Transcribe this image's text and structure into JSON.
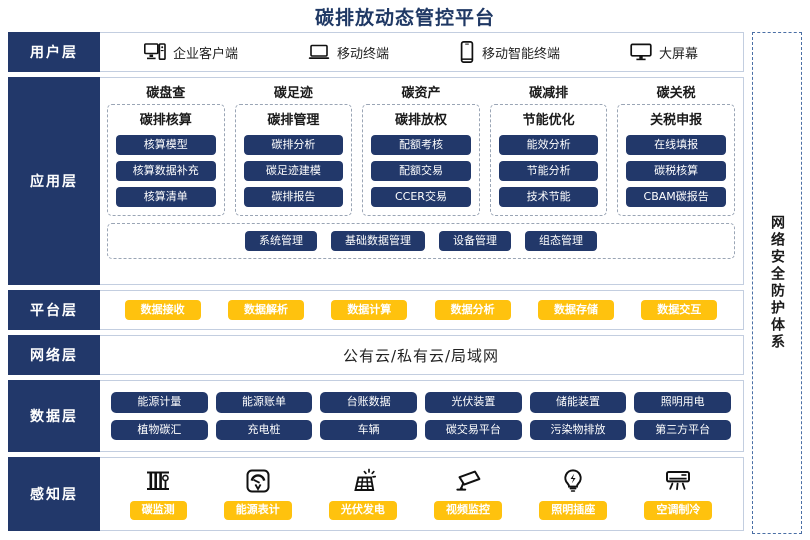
{
  "title": "碳排放动态管控平台",
  "security_band": {
    "label": "网络安全防护体系"
  },
  "layers": {
    "user": {
      "name": "用户层",
      "items": [
        {
          "label": "企业客户端",
          "icon": "desktop-tower-icon"
        },
        {
          "label": "移动终端",
          "icon": "laptop-icon"
        },
        {
          "label": "移动智能终端",
          "icon": "smartphone-icon"
        },
        {
          "label": "大屏幕",
          "icon": "monitor-icon"
        }
      ]
    },
    "application": {
      "name": "应用层",
      "columns": [
        {
          "title": "碳盘查",
          "box_title": "碳排核算",
          "items": [
            "核算模型",
            "核算数据补充",
            "核算清单"
          ]
        },
        {
          "title": "碳足迹",
          "box_title": "碳排管理",
          "items": [
            "碳排分析",
            "碳足迹建模",
            "碳排报告"
          ]
        },
        {
          "title": "碳资产",
          "box_title": "碳排放权",
          "items": [
            "配额考核",
            "配额交易",
            "CCER交易"
          ]
        },
        {
          "title": "碳减排",
          "box_title": "节能优化",
          "items": [
            "能效分析",
            "节能分析",
            "技术节能"
          ]
        },
        {
          "title": "碳关税",
          "box_title": "关税申报",
          "items": [
            "在线填报",
            "碳税核算",
            "CBAM碳报告"
          ]
        }
      ],
      "bottom_items": [
        "系统管理",
        "基础数据管理",
        "设备管理",
        "组态管理"
      ]
    },
    "platform": {
      "name": "平台层",
      "items": [
        "数据接收",
        "数据解析",
        "数据计算",
        "数据分析",
        "数据存储",
        "数据交互"
      ]
    },
    "network": {
      "name": "网络层",
      "text": "公有云/私有云/局域网"
    },
    "data": {
      "name": "数据层",
      "row1": [
        "能源计量",
        "能源账单",
        "台账数据",
        "光伏装置",
        "储能装置",
        "照明用电"
      ],
      "row2": [
        "植物碳汇",
        "充电桩",
        "车辆",
        "碳交易平台",
        "污染物排放",
        "第三方平台"
      ]
    },
    "sense": {
      "name": "感知层",
      "items": [
        {
          "label": "碳监测",
          "icon": "gas-analyzer-icon"
        },
        {
          "label": "能源表计",
          "icon": "meter-gauge-icon"
        },
        {
          "label": "光伏发电",
          "icon": "solar-panel-icon"
        },
        {
          "label": "视频监控",
          "icon": "cctv-camera-icon"
        },
        {
          "label": "照明插座",
          "icon": "light-bulb-icon"
        },
        {
          "label": "空调制冷",
          "icon": "air-conditioner-icon"
        }
      ]
    }
  },
  "colors": {
    "navy": "#22386a",
    "yellow": "#ffc20e",
    "border": "#c3cee0",
    "dashed": "#9aa5b5",
    "security_dash": "#4a6fa5"
  }
}
